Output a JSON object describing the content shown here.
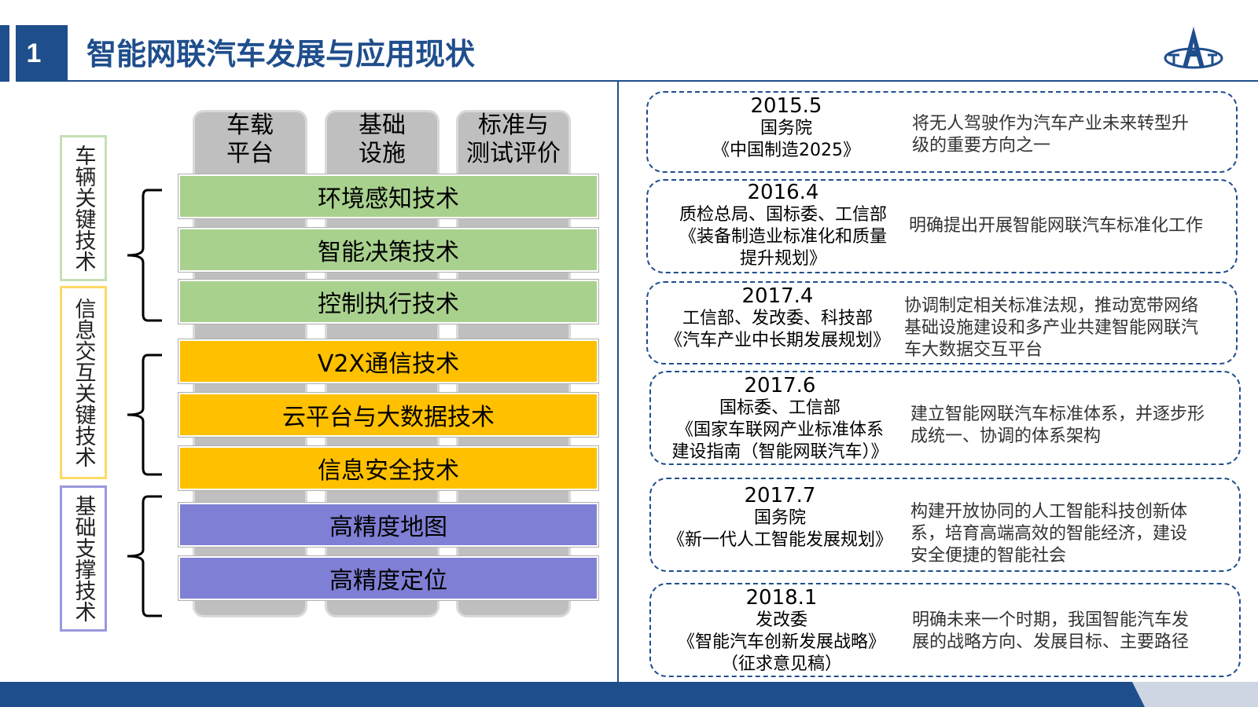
{
  "header": {
    "number": "1",
    "title": "智能网联汽车发展与应用现状"
  },
  "diagram": {
    "pillars": [
      {
        "label_line1": "车载",
        "label_line2": "平台"
      },
      {
        "label_line1": "基础",
        "label_line2": "设施"
      },
      {
        "label_line1": "标准与",
        "label_line2": "测试评价"
      }
    ],
    "groups": [
      {
        "label": "车辆关键技术",
        "color": "#c5e0b4"
      },
      {
        "label": "信息交互关键技术",
        "color": "#ffd966"
      },
      {
        "label": "基础支撑技术",
        "color": "#9999dd"
      }
    ],
    "bars": [
      "环境感知技术",
      "智能决策技术",
      "控制执行技术",
      "V2X通信技术",
      "云平台与大数据技术",
      "信息安全技术",
      "高精度地图",
      "高精度定位"
    ]
  },
  "policies": [
    {
      "year": "2015.5",
      "issuer": "国务院",
      "doc1": "《中国制造2025》",
      "doc2": "",
      "doc3": "",
      "desc1": "将无人驾驶作为汽车产业未来转型升",
      "desc2": "级的重要方向之一",
      "desc3": ""
    },
    {
      "year": "2016.4",
      "issuer": "质检总局、国标委、工信部",
      "doc1": "《装备制造业标准化和质量",
      "doc2": "提升规划》",
      "doc3": "",
      "desc1": "明确提出开展智能网联汽车标准化工作",
      "desc2": "",
      "desc3": ""
    },
    {
      "year": "2017.4",
      "issuer": "工信部、发改委、科技部",
      "doc1": "《汽车产业中长期发展规划》",
      "doc2": "",
      "doc3": "",
      "desc1": "协调制定相关标准法规，推动宽带网络",
      "desc2": "基础设施建设和多产业共建智能网联汽",
      "desc3": "车大数据交互平台"
    },
    {
      "year": "2017.6",
      "issuer": "国标委、工信部",
      "doc1": "《国家车联网产业标准体系",
      "doc2": "建设指南（智能网联汽车）》",
      "doc3": "",
      "desc1": "建立智能网联汽车标准体系，并逐步形",
      "desc2": "成统一、协调的体系架构",
      "desc3": ""
    },
    {
      "year": "2017.7",
      "issuer": "国务院",
      "doc1": "《新一代人工智能发展规划》",
      "doc2": "",
      "doc3": "",
      "desc1": "构建开放协同的人工智能科技创新体",
      "desc2": "系，培育高端高效的智能经济，建设",
      "desc3": "安全便捷的智能社会"
    },
    {
      "year": "2018.1",
      "issuer": "发改委",
      "doc1": "《智能汽车创新发展战略》",
      "doc2": "（征求意见稿）",
      "doc3": "",
      "desc1": "明确未来一个时期，我国智能汽车发",
      "desc2": "展的战略方向、发展目标、主要路径",
      "desc3": ""
    }
  ]
}
